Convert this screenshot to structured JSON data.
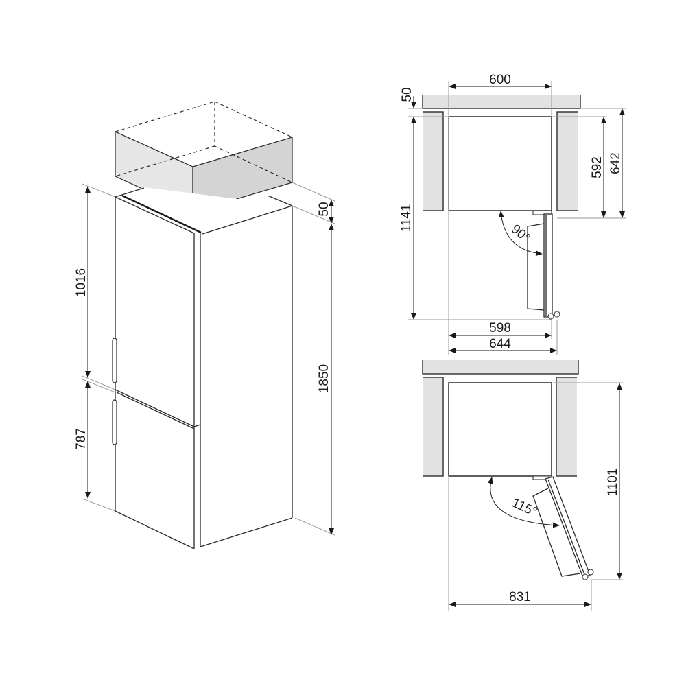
{
  "diagram": {
    "type": "technical-installation-drawing",
    "subject": "built-in fridge-freezer dimensions",
    "units": "mm",
    "colors": {
      "line": "#2a2a2a",
      "wall_fill": "#e2e2e2",
      "clearance_fill_light": "#e6e6e6",
      "clearance_fill_dark": "#d4d4d4",
      "background": "#ffffff"
    }
  },
  "isometric_view": {
    "top_clearance_label": "50",
    "upper_door_height_label": "1016",
    "lower_door_height_label": "787",
    "total_height_label": "1850"
  },
  "plan_view_90": {
    "width_label": "600",
    "top_gap_label": "50",
    "cavity_depth_label": "592",
    "total_depth_label": "642",
    "depth_with_door_open_label": "1141",
    "angle_label": "90°",
    "inner_width_label": "598",
    "width_with_door_label": "644"
  },
  "plan_view_115": {
    "depth_with_door_open_label": "1101",
    "angle_label": "115°",
    "width_with_door_open_label": "831"
  }
}
